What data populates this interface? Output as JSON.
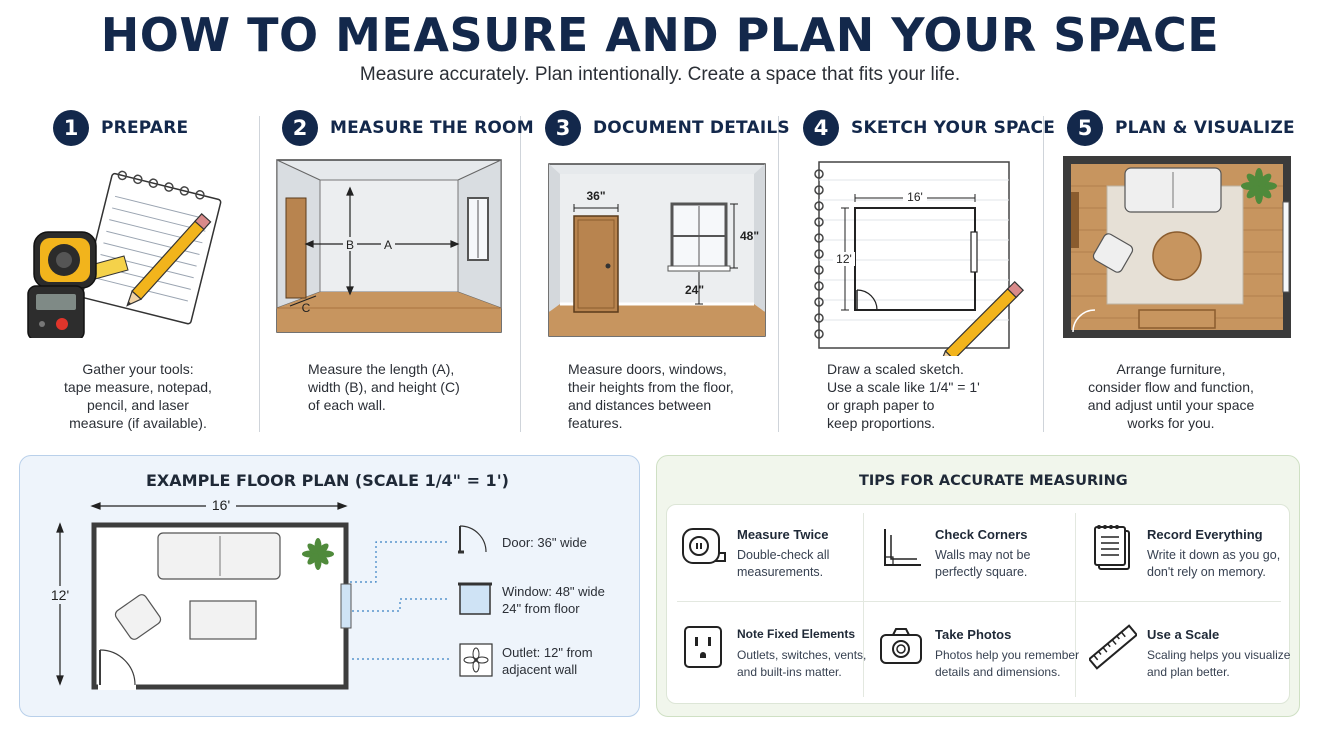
{
  "header": {
    "title": "HOW TO MEASURE AND PLAN YOUR SPACE",
    "subtitle": "Measure accurately. Plan intentionally. Create a space that fits your life."
  },
  "steps": [
    {
      "number": "1",
      "title": "PREPARE",
      "desc": [
        "Gather your tools:",
        "tape measure, notepad,",
        "pencil, and laser",
        "measure (if available)."
      ]
    },
    {
      "number": "2",
      "title": "MEASURE THE ROOM",
      "desc": [
        "Measure the length (A),",
        "width (B), and height (C)",
        "of each wall."
      ],
      "labels": {
        "a": "A",
        "b": "B",
        "c": "C"
      }
    },
    {
      "number": "3",
      "title": "DOCUMENT DETAILS",
      "desc": [
        "Measure doors, windows,",
        "their heights from the floor,",
        "and distances between",
        "features."
      ],
      "labels": {
        "door": "36\"",
        "window": "48\"",
        "height": "24\""
      }
    },
    {
      "number": "4",
      "title": "SKETCH YOUR SPACE",
      "desc": [
        "Draw a scaled sketch.",
        "Use a scale like 1/4\" = 1'",
        "or graph paper to",
        "keep proportions."
      ],
      "labels": {
        "width": "16'",
        "height": "12'"
      }
    },
    {
      "number": "5",
      "title": "PLAN & VISUALIZE",
      "desc": [
        "Arrange furniture,",
        "consider flow and function,",
        "and adjust until your space",
        "works for you."
      ]
    }
  ],
  "floor_plan": {
    "title": "EXAMPLE FLOOR PLAN (SCALE 1/4\" = 1')",
    "width_label": "16'",
    "height_label": "12'",
    "legend": [
      {
        "icon": "door-icon",
        "text": [
          "Door: 36\" wide"
        ]
      },
      {
        "icon": "window-icon",
        "text": [
          "Window: 48\" wide",
          "24\" from floor"
        ]
      },
      {
        "icon": "outlet-icon",
        "text": [
          "Outlet: 12\" from",
          "adjacent wall"
        ]
      }
    ]
  },
  "tips": {
    "title": "TIPS FOR ACCURATE MEASURING",
    "items": [
      {
        "icon": "tape-measure-icon",
        "title": "Measure Twice",
        "text": [
          "Double-check all",
          "measurements."
        ]
      },
      {
        "icon": "corner-square-icon",
        "title": "Check Corners",
        "text": [
          "Walls may not be",
          "perfectly square."
        ]
      },
      {
        "icon": "notebook-icon",
        "title": "Record Everything",
        "text": [
          "Write it down as you go,",
          "don't rely on memory."
        ]
      },
      {
        "icon": "outlet-icon",
        "title": "Note Fixed Elements",
        "text": [
          "Outlets, switches, vents,",
          "and built-ins matter."
        ]
      },
      {
        "icon": "camera-icon",
        "title": "Take Photos",
        "text": [
          "Photos help you remember",
          "details and dimensions."
        ]
      },
      {
        "icon": "ruler-icon",
        "title": "Use a Scale",
        "text": [
          "Scaling helps you visualize",
          "and plan better."
        ]
      }
    ]
  },
  "colors": {
    "navy": "#13284b",
    "floor": "#c7955f",
    "plan_bg": "#eef4fb",
    "tips_bg": "#f1f6ec",
    "accent_yellow": "#f2b41c"
  }
}
